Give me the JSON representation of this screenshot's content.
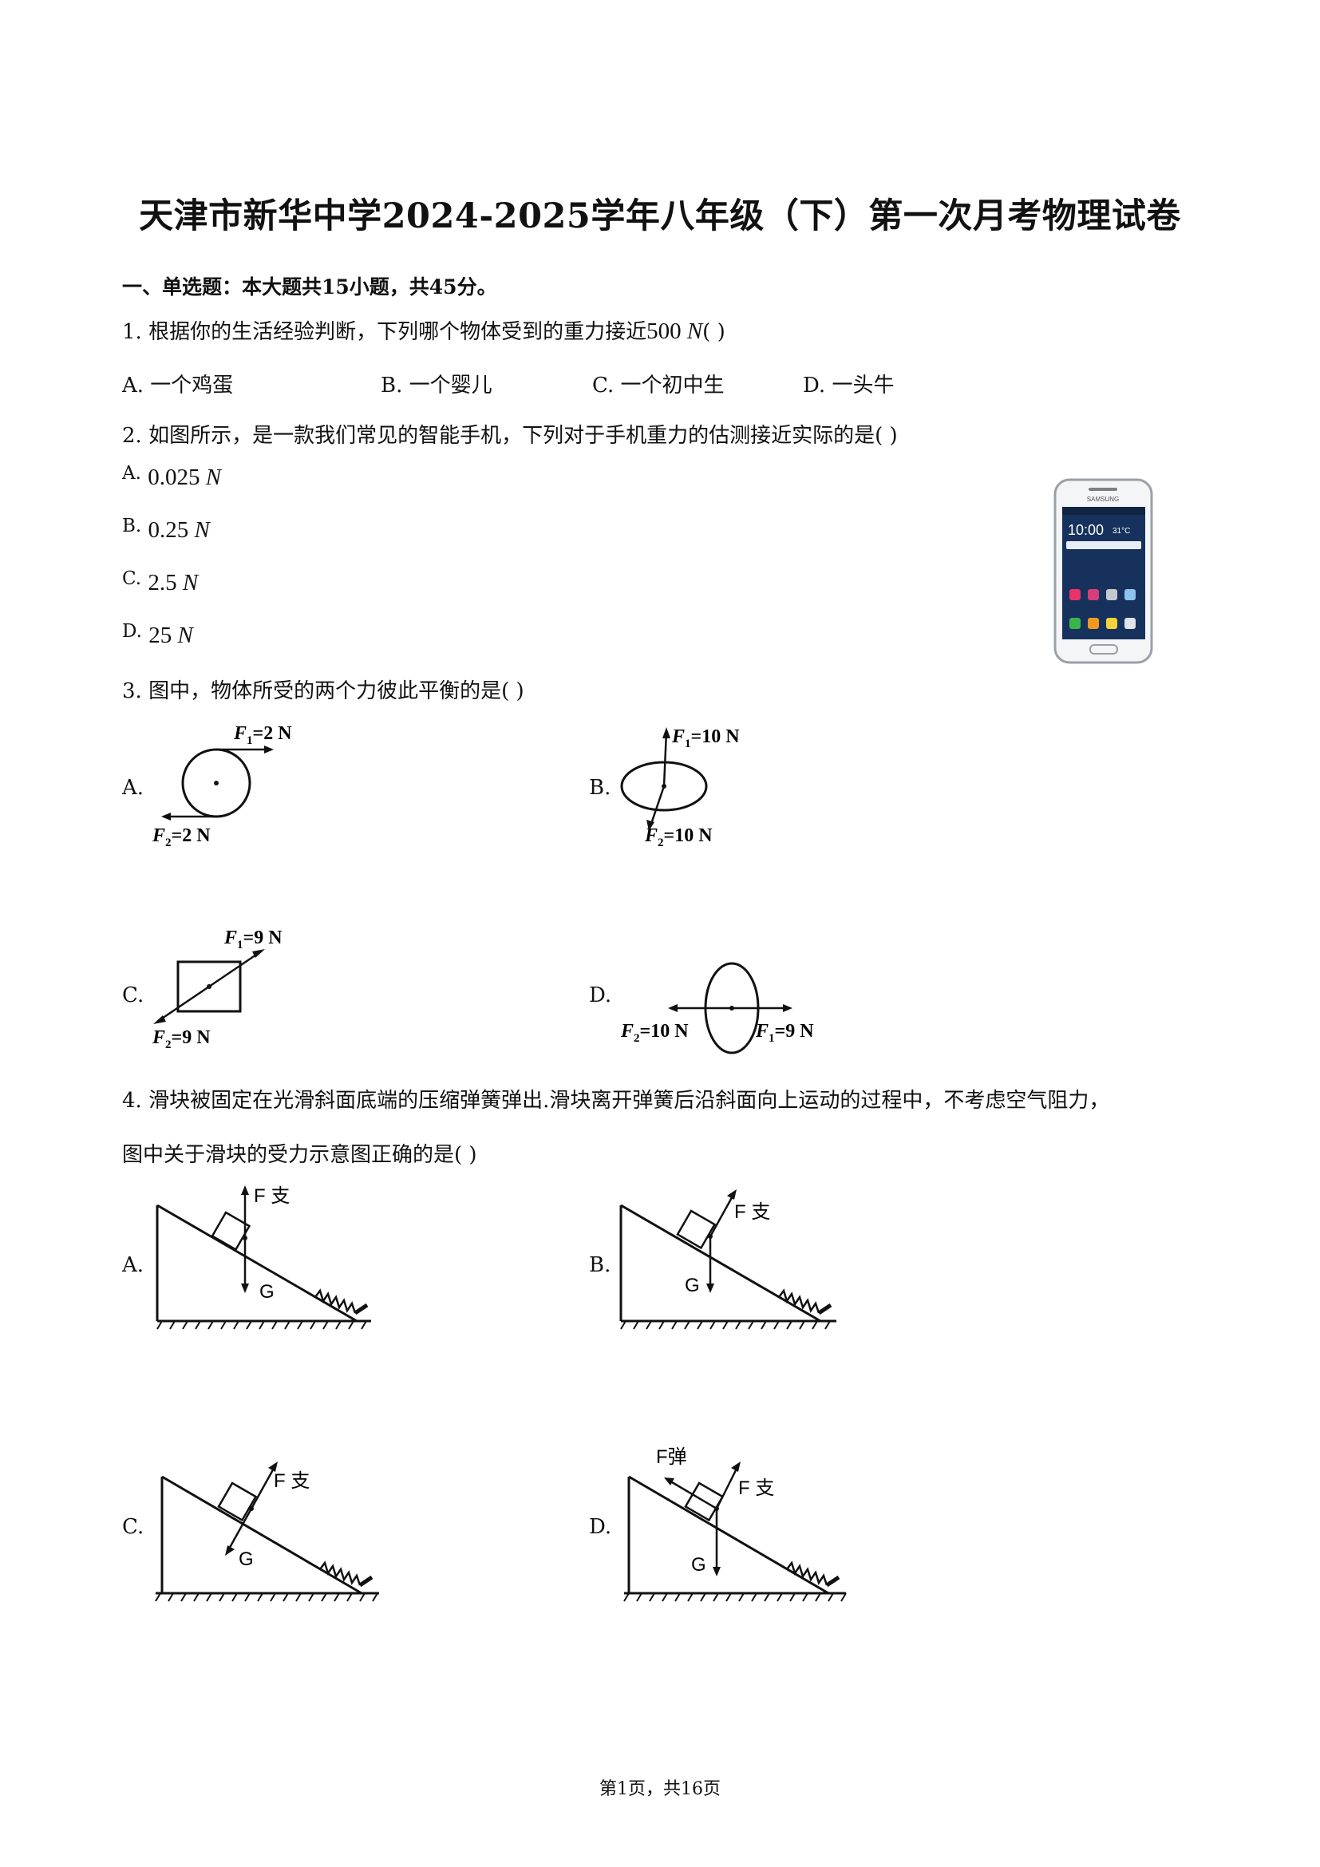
{
  "title": "天津市新华中学2024-2025学年八年级（下）第一次月考物理试卷",
  "section": "一、单选题：本大题共15小题，共45分。",
  "q1": {
    "text": "1. 根据你的生活经验判断，下列哪个物体受到的重力接近",
    "value": "500",
    "unit": "N",
    "tail": "(    )",
    "options": [
      "A. 一个鸡蛋",
      "B. 一个婴儿",
      "C. 一个初中生",
      "D. 一头牛"
    ]
  },
  "q2": {
    "text": "2. 如图所示，是一款我们常见的智能手机，下列对于手机重力的估测接近实际的是(    )",
    "options": [
      {
        "letter": "A.",
        "value": "0.025",
        "unit": "N"
      },
      {
        "letter": "B.",
        "value": "0.25",
        "unit": "N"
      },
      {
        "letter": "C.",
        "value": "2.5",
        "unit": "N"
      },
      {
        "letter": "D.",
        "value": "25",
        "unit": "N"
      }
    ],
    "phone": {
      "brand": "SAMSUNG",
      "time": "10:00",
      "temp": "31°C"
    }
  },
  "q3": {
    "text": "3. 图中，物体所受的两个力彼此平衡的是(    )",
    "options": [
      {
        "letter": "A.",
        "f1": "=2 N",
        "f2": "=2 N"
      },
      {
        "letter": "B.",
        "f1": "=10 N",
        "f2": "=10 N"
      },
      {
        "letter": "C.",
        "f1": "=9 N",
        "f2": "=9 N"
      },
      {
        "letter": "D.",
        "f2": "=10 N",
        "f1": "=9 N"
      }
    ]
  },
  "q4": {
    "line1": "4. 滑块被固定在光滑斜面底端的压缩弹簧弹出.滑块离开弹簧后沿斜面向上运动的过程中，不考虑空气阻力，",
    "line2": "图中关于滑块的受力示意图正确的是(    )",
    "options": [
      {
        "letter": "A.",
        "support": "F 支",
        "gravity": "G"
      },
      {
        "letter": "B.",
        "support": "F 支",
        "gravity": "G"
      },
      {
        "letter": "C.",
        "support": "F 支",
        "gravity": "G"
      },
      {
        "letter": "D.",
        "support": "F 支",
        "gravity": "G",
        "spring_force": "F弹"
      }
    ]
  },
  "footer": "第1页，共16页"
}
